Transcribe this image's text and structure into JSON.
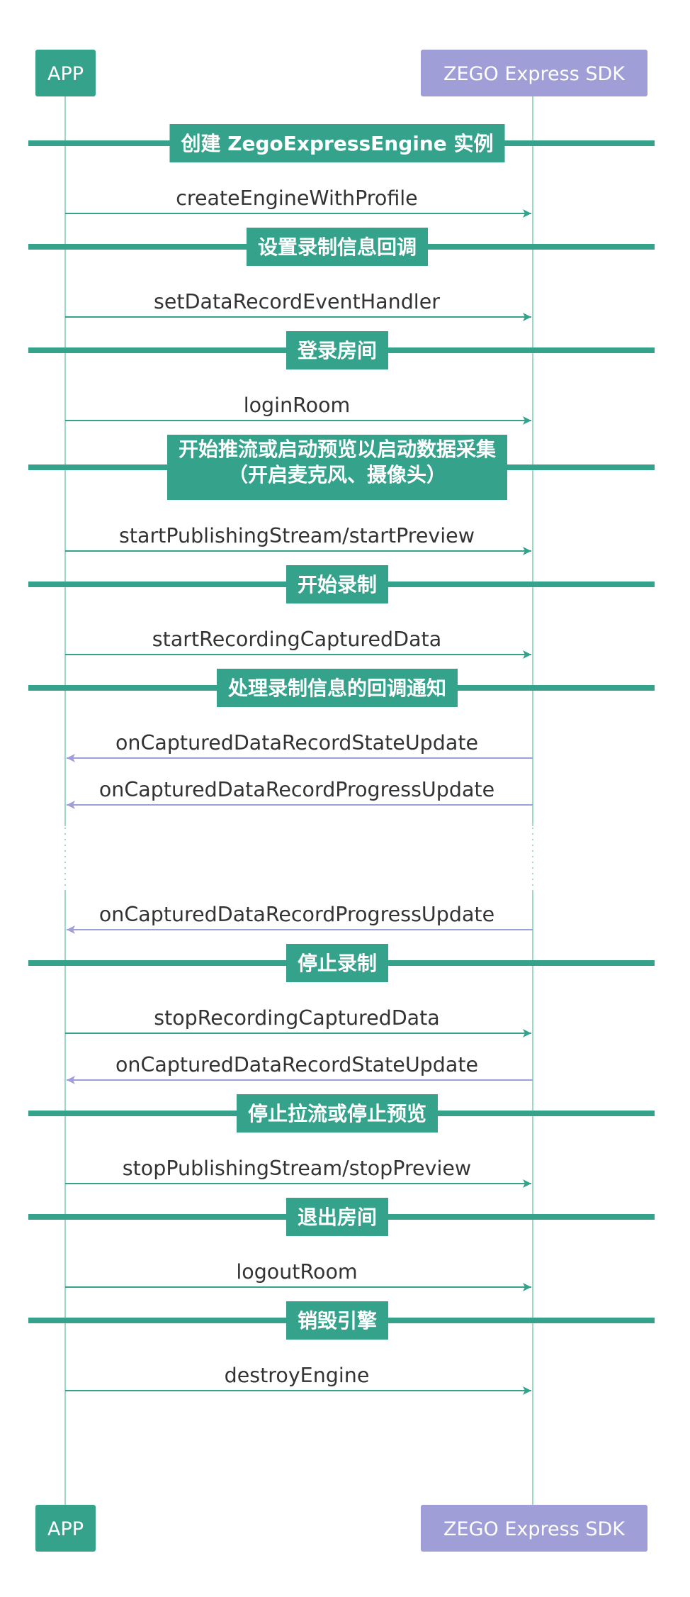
{
  "participants": {
    "app": {
      "label": "APP",
      "color": "#35a38c"
    },
    "sdk": {
      "label": "ZEGO Express SDK",
      "color": "#9f9ed7"
    }
  },
  "colors": {
    "lifeline": "#9ed7c8",
    "section_bar": "#35a38c",
    "request_arrow": "#35a38c",
    "callback_arrow": "#9f9ed7",
    "text": "#333333"
  },
  "steps": [
    {
      "kind": "section",
      "lines": [
        "创建 ZegoExpressEngine 实例"
      ]
    },
    {
      "kind": "message",
      "label": "createEngineWithProfile",
      "dir": "to_sdk"
    },
    {
      "kind": "section",
      "lines": [
        "设置录制信息回调"
      ]
    },
    {
      "kind": "message",
      "label": "setDataRecordEventHandler",
      "dir": "to_sdk"
    },
    {
      "kind": "section",
      "lines": [
        "登录房间"
      ]
    },
    {
      "kind": "message",
      "label": "loginRoom",
      "dir": "to_sdk"
    },
    {
      "kind": "section",
      "lines": [
        "开始推流或启动预览以启动数据采集",
        "（开启麦克风、摄像头）"
      ]
    },
    {
      "kind": "message",
      "label": "startPublishingStream/startPreview",
      "dir": "to_sdk"
    },
    {
      "kind": "section",
      "lines": [
        "开始录制"
      ]
    },
    {
      "kind": "message",
      "label": "startRecordingCapturedData",
      "dir": "to_sdk"
    },
    {
      "kind": "section",
      "lines": [
        "处理录制信息的回调通知"
      ]
    },
    {
      "kind": "message",
      "label": "onCapturedDataRecordStateUpdate",
      "dir": "to_app"
    },
    {
      "kind": "message",
      "label": "onCapturedDataRecordProgressUpdate",
      "dir": "to_app"
    },
    {
      "kind": "gap"
    },
    {
      "kind": "message",
      "label": "onCapturedDataRecordProgressUpdate",
      "dir": "to_app"
    },
    {
      "kind": "section",
      "lines": [
        "停止录制"
      ]
    },
    {
      "kind": "message",
      "label": "stopRecordingCapturedData",
      "dir": "to_sdk"
    },
    {
      "kind": "message",
      "label": "onCapturedDataRecordStateUpdate",
      "dir": "to_app"
    },
    {
      "kind": "section",
      "lines": [
        "停止拉流或停止预览"
      ]
    },
    {
      "kind": "message",
      "label": "stopPublishingStream/stopPreview",
      "dir": "to_sdk"
    },
    {
      "kind": "section",
      "lines": [
        "退出房间"
      ]
    },
    {
      "kind": "message",
      "label": "logoutRoom",
      "dir": "to_sdk"
    },
    {
      "kind": "section",
      "lines": [
        "销毁引擎"
      ]
    },
    {
      "kind": "message",
      "label": "destroyEngine",
      "dir": "to_sdk"
    }
  ]
}
